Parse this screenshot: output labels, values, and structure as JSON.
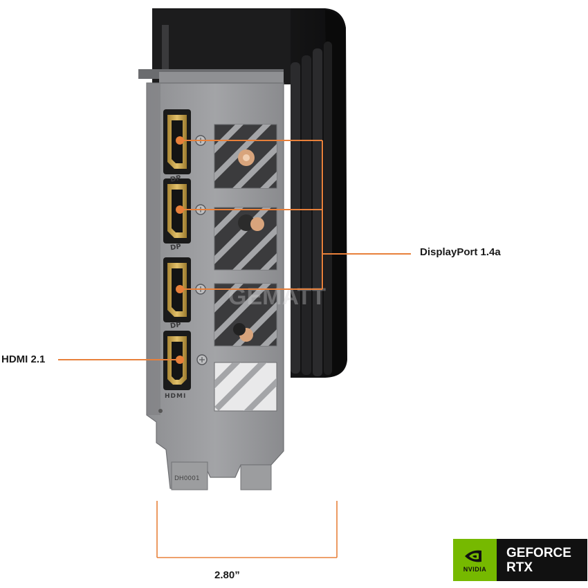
{
  "labels": {
    "displayport": "DisplayPort 1.4a",
    "hdmi": "HDMI 2.1",
    "width": "2.80”"
  },
  "bracket": {
    "port_labels": [
      "DP",
      "DP",
      "DP",
      "HDMI"
    ],
    "stamp": "DH0001"
  },
  "badge": {
    "brand": "NVIDIA",
    "line1": "GEFORCE",
    "line2": "RTX"
  },
  "watermark": "GEMATT",
  "colors": {
    "callout": "#e8803a",
    "nvidia_green": "#76b900",
    "bracket": "#9a9b9d",
    "ports": "#c8a24a"
  }
}
